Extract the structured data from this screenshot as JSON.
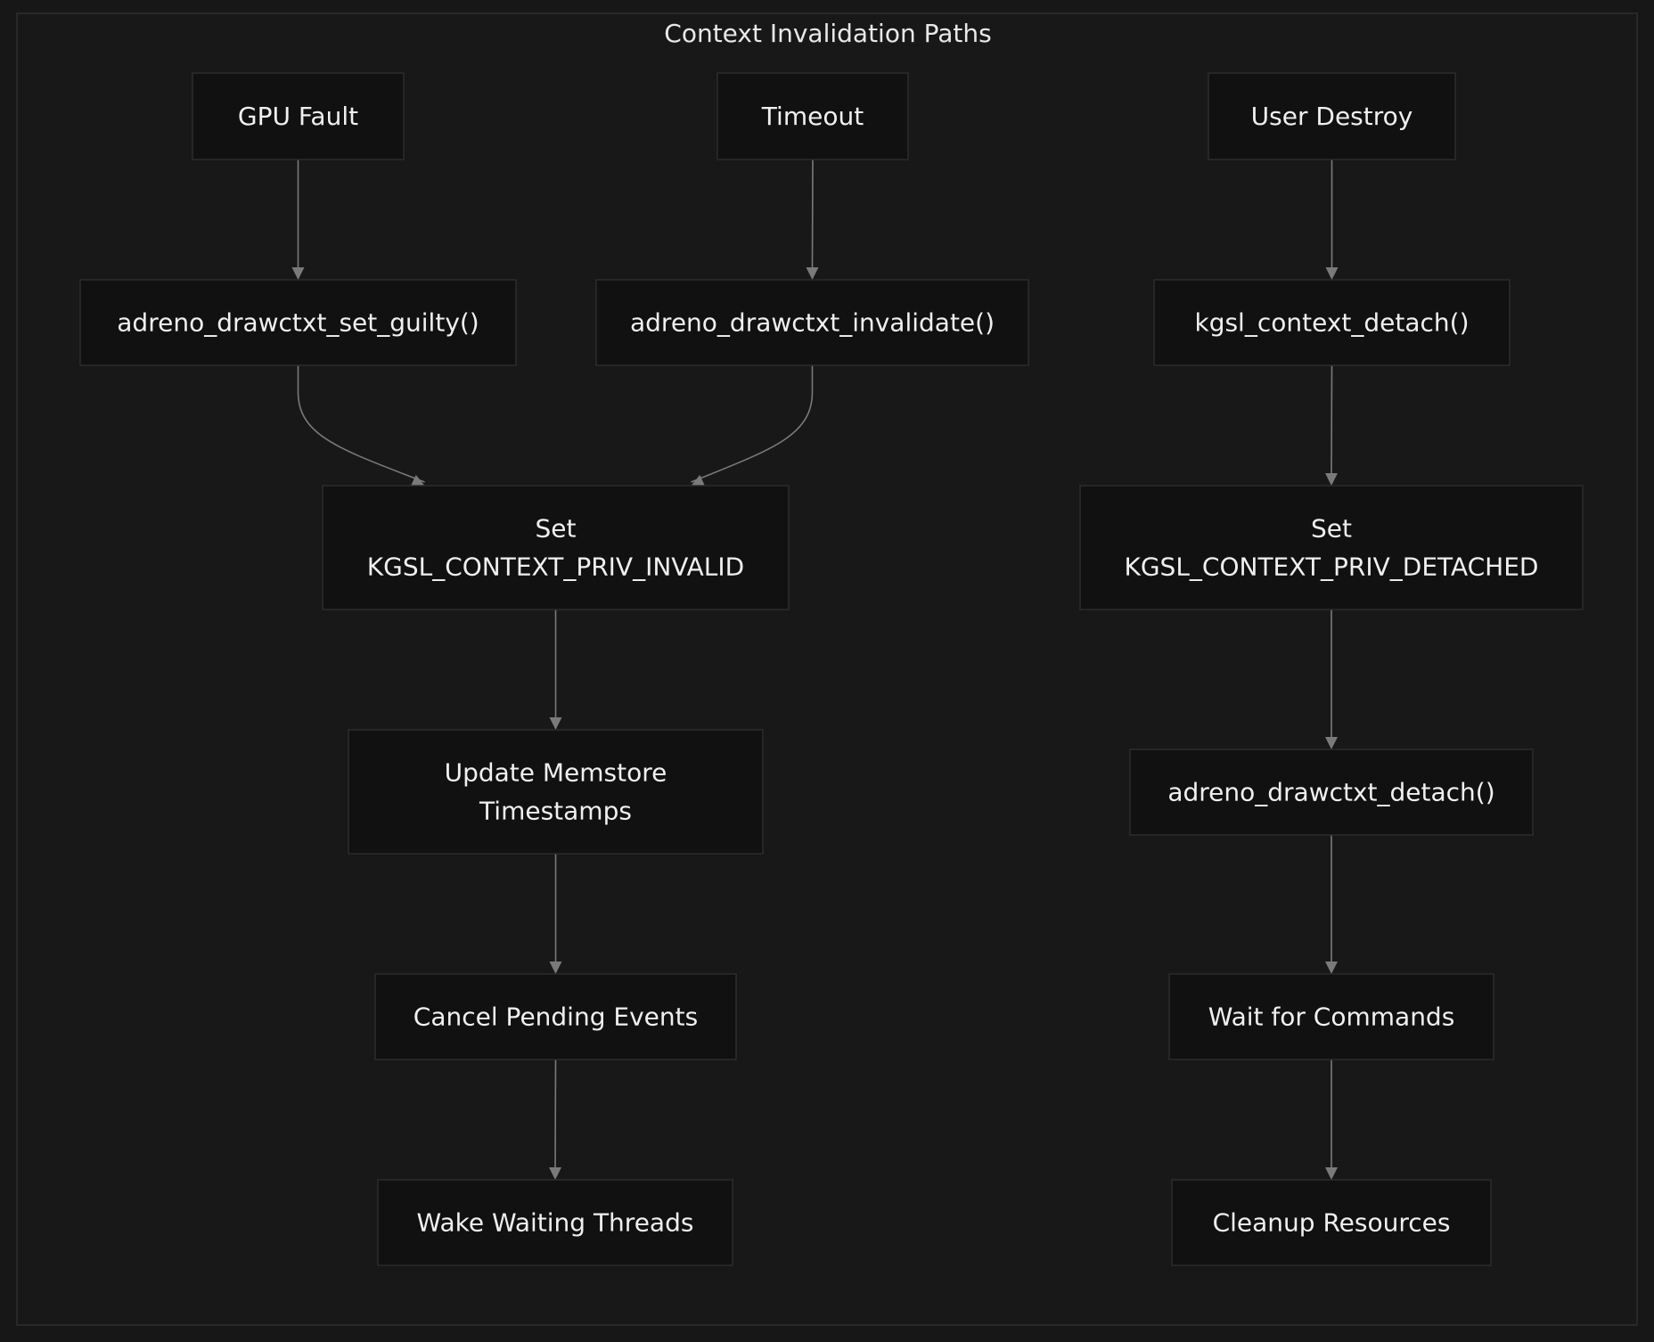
{
  "diagram": {
    "title": "Context Invalidation Paths",
    "colors": {
      "background": "#171717",
      "frame": "#181818",
      "node_fill": "#111111",
      "node_border": "#2c2c2c",
      "edge": "#7a7a7a",
      "text": "#f0f0f0"
    },
    "nodes": {
      "gpu_fault": {
        "lines": [
          "GPU Fault"
        ]
      },
      "timeout": {
        "lines": [
          "Timeout"
        ]
      },
      "user_destroy": {
        "lines": [
          "User Destroy"
        ]
      },
      "set_guilty": {
        "lines": [
          "adreno_drawctxt_set_guilty()"
        ]
      },
      "invalidate": {
        "lines": [
          "adreno_drawctxt_invalidate()"
        ]
      },
      "context_detach": {
        "lines": [
          "kgsl_context_detach()"
        ]
      },
      "set_invalid": {
        "lines": [
          "Set",
          "KGSL_CONTEXT_PRIV_INVALID"
        ]
      },
      "set_detached": {
        "lines": [
          "Set",
          "KGSL_CONTEXT_PRIV_DETACHED"
        ]
      },
      "update_memstore": {
        "lines": [
          "Update Memstore",
          "Timestamps"
        ]
      },
      "drawctxt_detach": {
        "lines": [
          "adreno_drawctxt_detach()"
        ]
      },
      "cancel_events": {
        "lines": [
          "Cancel Pending Events"
        ]
      },
      "wait_commands": {
        "lines": [
          "Wait for Commands"
        ]
      },
      "wake_threads": {
        "lines": [
          "Wake Waiting Threads"
        ]
      },
      "cleanup": {
        "lines": [
          "Cleanup Resources"
        ]
      }
    },
    "edges": [
      {
        "from": "gpu_fault",
        "to": "set_guilty"
      },
      {
        "from": "timeout",
        "to": "invalidate"
      },
      {
        "from": "user_destroy",
        "to": "context_detach"
      },
      {
        "from": "set_guilty",
        "to": "set_invalid"
      },
      {
        "from": "invalidate",
        "to": "set_invalid"
      },
      {
        "from": "context_detach",
        "to": "set_detached"
      },
      {
        "from": "set_invalid",
        "to": "update_memstore"
      },
      {
        "from": "update_memstore",
        "to": "cancel_events"
      },
      {
        "from": "cancel_events",
        "to": "wake_threads"
      },
      {
        "from": "set_detached",
        "to": "drawctxt_detach"
      },
      {
        "from": "drawctxt_detach",
        "to": "wait_commands"
      },
      {
        "from": "wait_commands",
        "to": "cleanup"
      }
    ]
  }
}
